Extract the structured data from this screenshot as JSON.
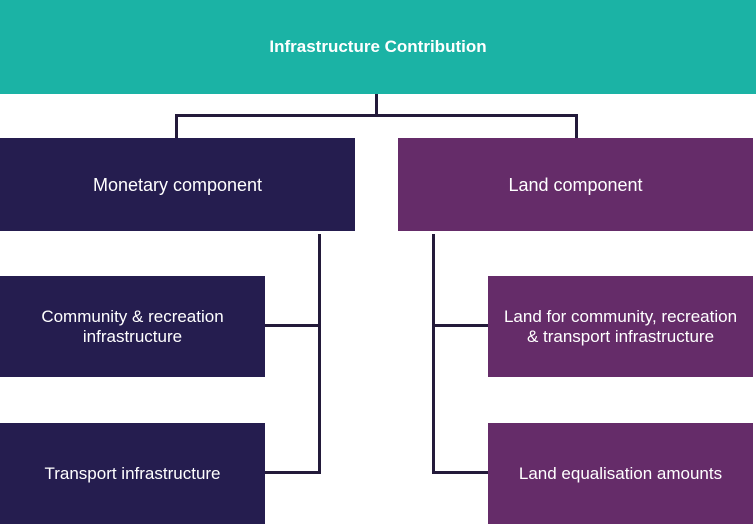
{
  "diagram": {
    "root": {
      "label": "Infrastructure Contribution",
      "color": "#1bb3a5"
    },
    "branches": [
      {
        "label": "Monetary component",
        "color": "#251d4f",
        "children": [
          {
            "label": "Community & recreation\ninfrastructure"
          },
          {
            "label": "Transport infrastructure"
          }
        ]
      },
      {
        "label": "Land component",
        "color": "#652c69",
        "children": [
          {
            "label": "Land for community, recreation\n& transport infrastructure"
          },
          {
            "label": "Land equalisation amounts"
          }
        ]
      }
    ],
    "connector_color": "#231a3a"
  }
}
